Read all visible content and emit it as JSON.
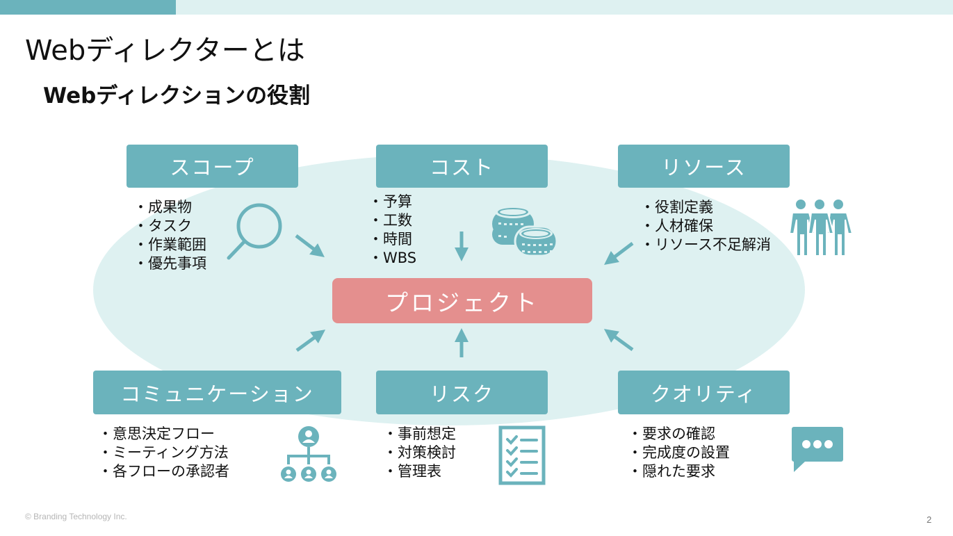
{
  "slide": {
    "title": "Webディレクターとは",
    "subtitle": "Webディレクションの役割",
    "center_label": "プロジェクト",
    "footer": "© Branding Technology Inc.",
    "page_number": "2"
  },
  "colors": {
    "accent_teal": "#6bb3bc",
    "light_teal": "#def1f1",
    "project_pink": "#e48f8e"
  },
  "categories": [
    {
      "label": "スコープ",
      "icon": "magnifier-icon",
      "items": [
        "成果物",
        "タスク",
        "作業範囲",
        "優先事項"
      ]
    },
    {
      "label": "コスト",
      "icon": "coins-icon",
      "items": [
        "予算",
        "工数",
        "時間",
        "WBS"
      ]
    },
    {
      "label": "リソース",
      "icon": "people-icon",
      "items": [
        "役割定義",
        "人材確保",
        "リソース不足解消"
      ]
    },
    {
      "label": "コミュニケーション",
      "icon": "org-chart-icon",
      "items": [
        "意思決定フロー",
        "ミーティング方法",
        "各フローの承認者"
      ]
    },
    {
      "label": "リスク",
      "icon": "checklist-icon",
      "items": [
        "事前想定",
        "対策検討",
        "管理表"
      ]
    },
    {
      "label": "クオリティ",
      "icon": "speech-bubble-icon",
      "items": [
        "要求の確認",
        "完成度の設置",
        "隠れた要求"
      ]
    }
  ]
}
